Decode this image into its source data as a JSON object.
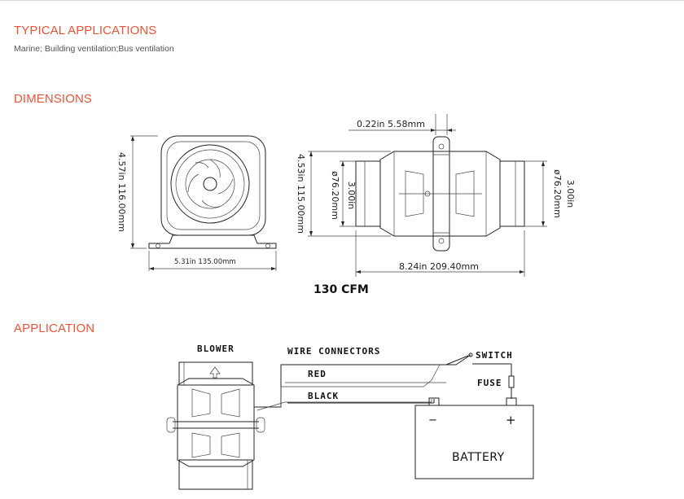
{
  "typical_applications": {
    "title": "TYPICAL APPLICATIONS",
    "text": "Marine; Building ventilation;Bus ventilation"
  },
  "dimensions": {
    "title": "DIMENSIONS",
    "front_height": "4.57in 116.00mm",
    "front_width": "5.31in 135.00mm",
    "side_height": "4.53in 115.00mm",
    "inlet_left_in": "3.00in",
    "inlet_left_mm": "ø76.20mm",
    "inlet_right_in": "3.00in",
    "inlet_right_mm": "ø76.20mm",
    "tab_width": "0.22in 5.58mm",
    "length": "8.24in 209.40mm",
    "airflow": "130 CFM"
  },
  "application": {
    "title": "APPLICATION",
    "blower": "BLOWER",
    "wire_connectors": "WIRE CONNECTORS",
    "red": "RED",
    "black": "BLACK",
    "switch": "SWITCH",
    "fuse": "FUSE",
    "battery": "BATTERY",
    "minus": "−",
    "plus": "+"
  },
  "colors": {
    "heading": "#e8553a"
  }
}
